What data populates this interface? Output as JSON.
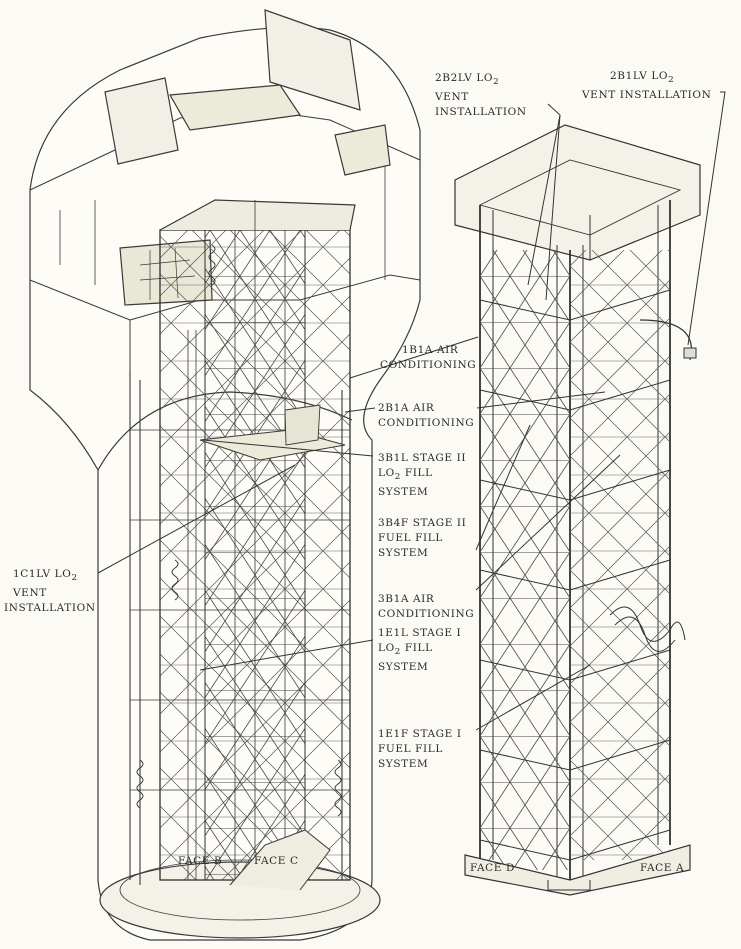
{
  "labels": {
    "l_2b2lv": {
      "l1": "2B2LV  LO",
      "l1_sub": "2",
      "l2": "VENT",
      "l3": "INSTALLATION"
    },
    "l_2b1lv": {
      "l1": "2B1LV  LO",
      "l1_sub": "2",
      "l2": "VENT INSTALLATION"
    },
    "l_1b1a": {
      "l1": "1B1A  AIR",
      "l2": "CONDITIONING"
    },
    "l_2b1a": {
      "l1": "2B1A  AIR",
      "l2": "CONDITIONING"
    },
    "l_3b1l": {
      "l1": "3B1L  STAGE  II",
      "l2": "LO",
      "l2_sub": "2",
      "l2_tail": " FILL",
      "l3": "SYSTEM"
    },
    "l_3b4f": {
      "l1": "3B4F  STAGE  II",
      "l2": "FUEL  FILL",
      "l3": "SYSTEM"
    },
    "l_1c1lv": {
      "l1": "1C1LV   LO",
      "l1_sub": "2",
      "l2": "VENT",
      "l3": "INSTALLATION"
    },
    "l_3b1a": {
      "l1": "3B1A  AIR",
      "l2": "CONDITIONING"
    },
    "l_1e1l": {
      "l1": "1E1L  STAGE  I",
      "l2": "LO",
      "l2_sub": "2",
      "l2_tail": "  FILL",
      "l3": "SYSTEM"
    },
    "l_1e1f": {
      "l1": "1E1F  STAGE  I",
      "l2": "FUEL FILL",
      "l3": "SYSTEM"
    }
  },
  "faces": {
    "face_b": "FACE B",
    "face_c": "FACE C",
    "face_d": "FACE D",
    "face_a": "FACE A"
  }
}
